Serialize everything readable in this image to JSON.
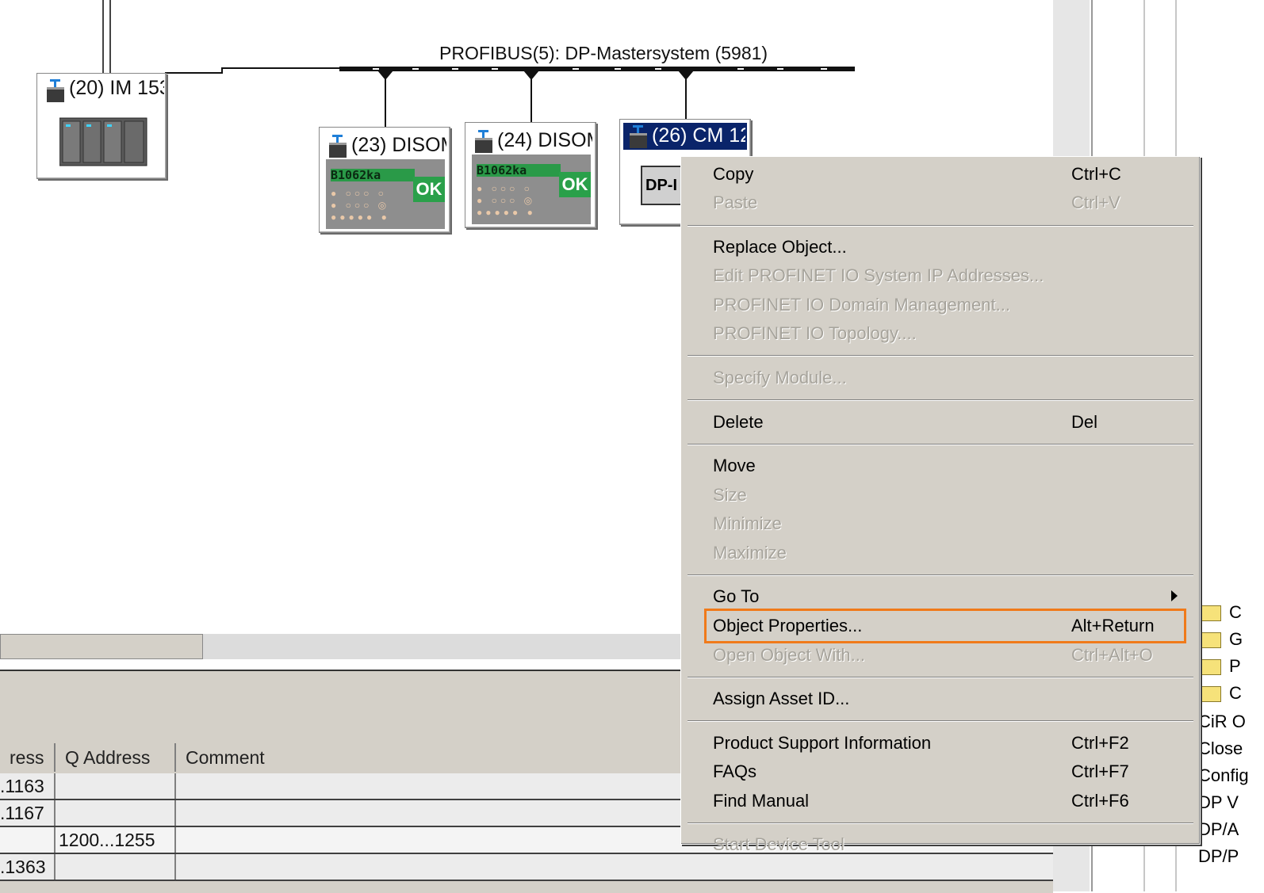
{
  "canvas": {
    "bus_label": "PROFIBUS(5): DP-Mastersystem (5981)",
    "stations": [
      {
        "label": "(20) IM 153"
      },
      {
        "label": "(23) DISOM"
      },
      {
        "label": "(24) DISOM"
      },
      {
        "label": "(26) CM 12"
      }
    ],
    "disomat_lcd": "B1062ka",
    "disomat_ok": "OK",
    "cm_module_text": "DP-I"
  },
  "context_menu": {
    "items": [
      {
        "label": "Copy",
        "shortcut": "Ctrl+C",
        "enabled": true
      },
      {
        "label": "Paste",
        "shortcut": "Ctrl+V",
        "enabled": false
      },
      {
        "label": "Replace Object...",
        "shortcut": "",
        "enabled": true
      },
      {
        "label": "Edit PROFINET IO System IP Addresses...",
        "shortcut": "",
        "enabled": false
      },
      {
        "label": "PROFINET IO Domain Management...",
        "shortcut": "",
        "enabled": false
      },
      {
        "label": "PROFINET IO Topology....",
        "shortcut": "",
        "enabled": false
      },
      {
        "label": "Specify Module...",
        "shortcut": "",
        "enabled": false
      },
      {
        "label": "Delete",
        "shortcut": "Del",
        "enabled": true
      },
      {
        "label": "Move",
        "shortcut": "",
        "enabled": true
      },
      {
        "label": "Size",
        "shortcut": "",
        "enabled": false
      },
      {
        "label": "Minimize",
        "shortcut": "",
        "enabled": false
      },
      {
        "label": "Maximize",
        "shortcut": "",
        "enabled": false
      },
      {
        "label": "Go To",
        "shortcut": "",
        "enabled": true,
        "submenu": true
      },
      {
        "label": "Object Properties...",
        "shortcut": "Alt+Return",
        "enabled": true,
        "highlighted": true
      },
      {
        "label": "Open Object With...",
        "shortcut": "Ctrl+Alt+O",
        "enabled": false
      },
      {
        "label": "Assign Asset ID...",
        "shortcut": "",
        "enabled": true
      },
      {
        "label": "Product Support Information",
        "shortcut": "Ctrl+F2",
        "enabled": true
      },
      {
        "label": "FAQs",
        "shortcut": "Ctrl+F7",
        "enabled": true
      },
      {
        "label": "Find Manual",
        "shortcut": "Ctrl+F6",
        "enabled": true
      },
      {
        "label": "Start Device Tool",
        "shortcut": "",
        "enabled": false
      }
    ]
  },
  "table": {
    "columns": [
      "ress",
      "Q Address",
      "Comment"
    ],
    "rows": [
      [
        ".1163",
        "",
        ""
      ],
      [
        ".1167",
        "",
        ""
      ],
      [
        "",
        "1200...1255",
        ""
      ],
      [
        ".1363",
        "",
        ""
      ]
    ]
  },
  "catalog": {
    "items": [
      "C",
      "G",
      "P",
      "C",
      "CiR O",
      "Close",
      "Config",
      "DP V",
      "DP/A",
      "DP/P"
    ]
  },
  "colors": {
    "highlight": "#f07a1a",
    "selection": "#0a246a",
    "menu_bg": "#d4d0c8",
    "disabled_text": "#a6a39b"
  }
}
